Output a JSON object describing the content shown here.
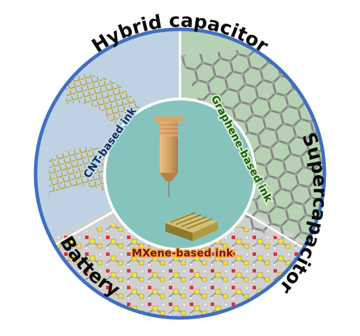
{
  "outer_labels": {
    "top": "Hybrid capacitor",
    "right": "Supercapacitor",
    "left": "Battery"
  },
  "inner_labels": {
    "cnt": "CNT-based ink",
    "graphene": "Graphene-based ink",
    "mxene": "MXene-based ink"
  },
  "colors": {
    "ring": "#3f6fc0",
    "cnt_sector": "#bfd2e3",
    "graphene_sector": "#b7d1b4",
    "mxene_sector": "#cfcfcf",
    "center": "#86c3bd",
    "cnt_text": "#1a2850",
    "graphene_text": "#1e5a1a",
    "mxene_text": "#7a1010",
    "text_glow_blue": "#bcdcf5",
    "text_glow_green": "#d8f0c6",
    "text_glow_orange": "#f6b14a"
  }
}
